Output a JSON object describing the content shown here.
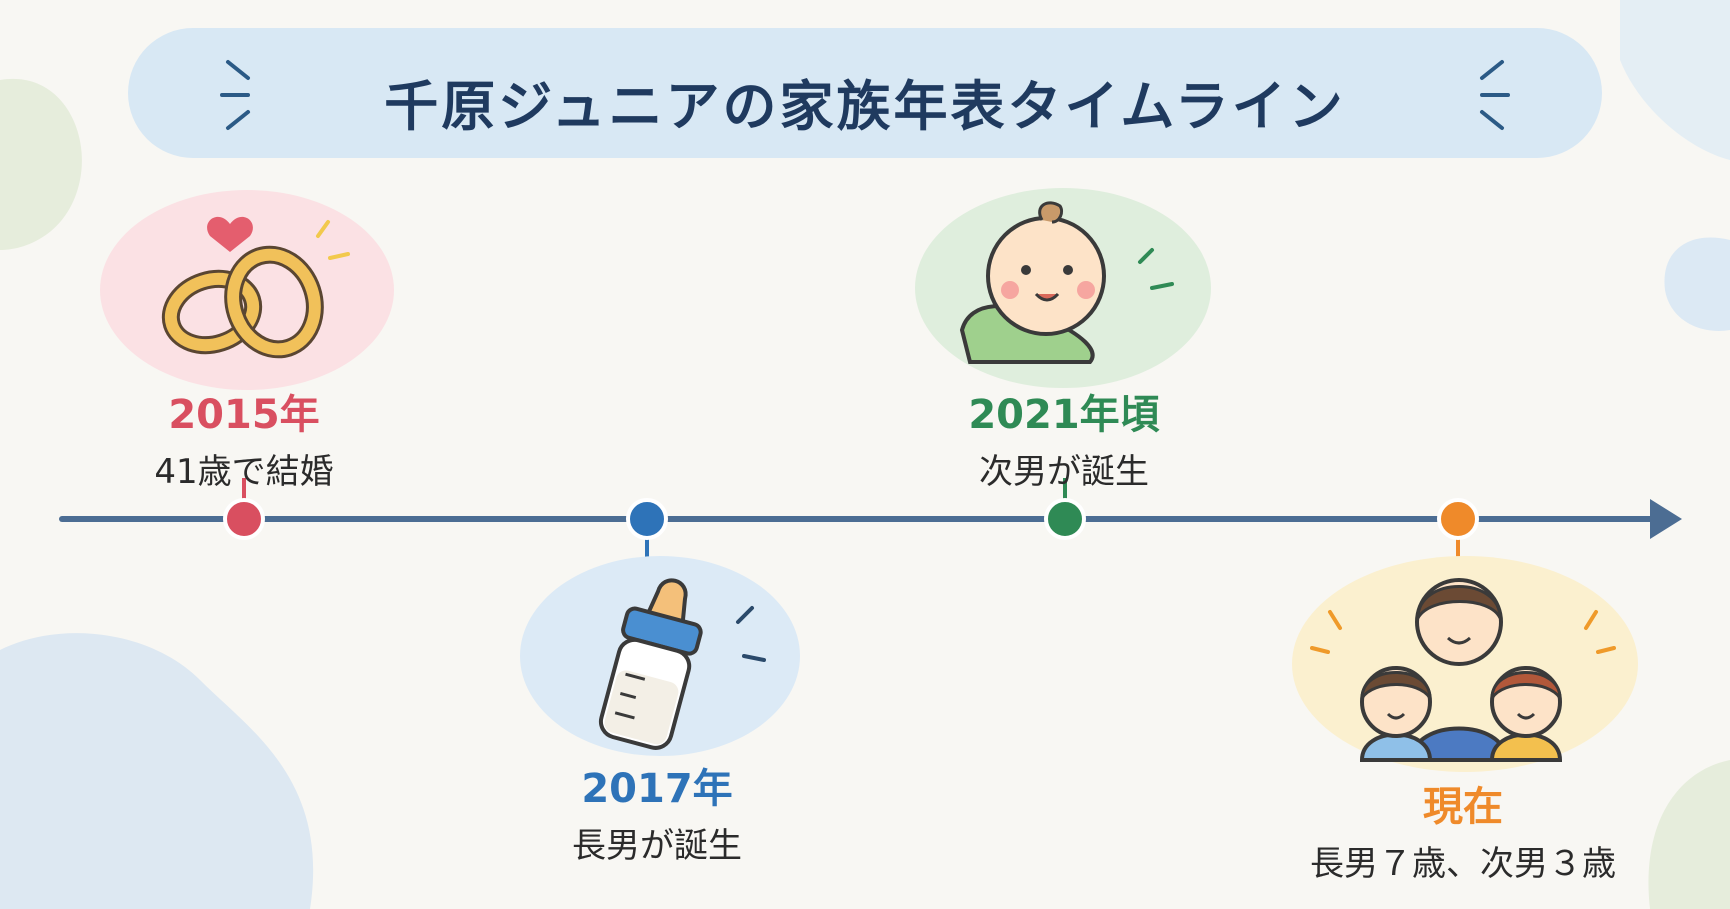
{
  "title": "千原ジュニアの家族年表タイムライン",
  "colors": {
    "axis": "#4c6d93",
    "red": "#d94f60",
    "blue": "#2e73b8",
    "green": "#2f8a55",
    "orange": "#ef8a2a",
    "title_text": "#1f3a5f"
  },
  "events": [
    {
      "date": "2015年",
      "description": "41歳で結婚",
      "icon": "wedding-rings-icon",
      "color": "red"
    },
    {
      "date": "2017年",
      "description": "長男が誕生",
      "icon": "baby-bottle-icon",
      "color": "blue"
    },
    {
      "date": "2021年頃",
      "description": "次男が誕生",
      "icon": "baby-face-icon",
      "color": "green"
    },
    {
      "date": "現在",
      "description": "長男７歳、次男３歳",
      "icon": "family-icon",
      "color": "orange"
    }
  ]
}
